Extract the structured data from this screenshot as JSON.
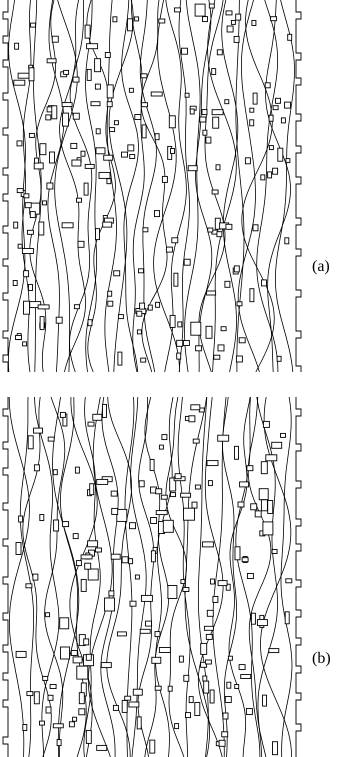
{
  "figure": {
    "panels": [
      {
        "id": "a",
        "label": "(a)"
      },
      {
        "id": "b",
        "label": "(b)"
      }
    ],
    "line_color": "#000000",
    "background_color": "#ffffff",
    "style": "streamlines flowing vertically around scattered rectangular obstacles"
  }
}
